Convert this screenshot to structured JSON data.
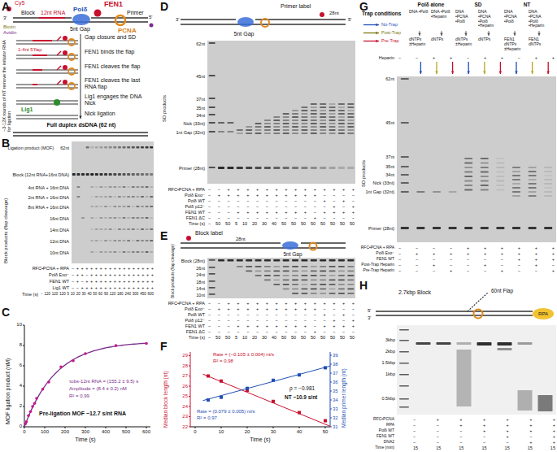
{
  "diagram": {
    "labels": [
      "A",
      "Cy5",
      "3'",
      "Block",
      "12nt RNA",
      "Polδ",
      "FEN1",
      "Primer",
      "5'",
      "Biotin",
      "Avidin",
      "PCNA",
      "5nt Gap",
      "~3-12X rounds of NT remove the initiator RNA for ligation",
      "1-4nt 5'flap",
      "Gap closure and SD",
      "FEN1 binds the flap",
      "FEN1 cleaves the flap",
      "FEN1 cleaves the last RNA flap",
      "Lig1 engages the DNA Nick",
      "Lig1",
      "Nick ligation",
      "Full duplex dsDNA (62 nt)",
      "B",
      "Ligation product (MOF)",
      "62nt",
      "Block (12nt RNA+16nt DNA)",
      "Block products (flap cleavage)",
      "4nt RNA + 16nt DNA",
      "2nt RNA + 16nt DNA",
      "8nt RNA + 16nt DNA",
      "16nt DNA",
      "14nt DNA",
      "12nt DNA",
      "10nt DNA",
      "RFC•PCNA + RPA",
      "− + + + + + + + + + + + + + + + + +",
      "Polδ Exo⁻",
      "− + + − + + + + + + + + + + + + + +",
      "FEN1 WT",
      "− + − + + + + + + + + + + + + + + +",
      "Lig1 WT",
      "− − + + + + + + + + + + + + + + + +",
      "Time (s)",
      "− 120 120 120 5 10 20 30 40 50 60 90 120 180 240 300 450 600",
      "C",
      "MOF ligation product (nM)",
      "0",
      "2",
      "4",
      "6",
      "8",
      "10",
      "0",
      "100",
      "200",
      "300",
      "400",
      "500",
      "600",
      "Time (s)",
      "τobs-12nt RNA = (155.2 ± 9.5) s",
      "Amplitude = (8.4 ± 0.2) nM",
      "R² = 0.99",
      "Pre-ligation MOF ~12.7 s/nt RNA",
      "D",
      "3'",
      "5'",
      "Primer label",
      "28nt",
      "5nt Gap",
      "62nt",
      "45nt",
      "37nt",
      "35nt",
      "34nt",
      "Nick (33nt)",
      "1nt Gap (32nt)",
      "Primer (28nt)",
      "SD products",
      "RFC•PCNA + RPA",
      "− − + + + + + + + + + + + + + +",
      "Polδ Exo⁻",
      "− + + + + + + + + + + + − − − −",
      "Polδ WT",
      "− − − − − − − − − − − − + − + −",
      "Polδ p12⁻",
      "− − − − − − − − − − − − − + − +",
      "FEN1 WT",
      "− − − + + + + + + + + − + + + +",
      "FEN1 ΔC",
      "− − − − − − − − − − − + − − − −",
      "Time (s)",
      "− 50 50 5 10 20 30 40 50 50 50 50 50 50 50 50",
      "E",
      "Block label",
      "28nt",
      "5nt Gap",
      "Block (28nt)",
      "26nt",
      "24nt",
      "18nt",
      "14nt",
      "10nt",
      "Block products (flap cleavage)",
      "RFC•PCNA + RPA",
      "− − + + + + + + + + + + + + + +",
      "Polδ Exo⁻",
      "− + + + + + + + + + + + − − − −",
      "Polδ WT",
      "− − − − − − − − − − − − + − + −",
      "Polδ p12⁻",
      "− − − − − − − − − − − − − + − +",
      "FEN1 WT",
      "− − − + + + + + + + + − + + + +",
      "FEN1 ΔC",
      "− − − − − − − − − − − + − − − −",
      "Time (s)",
      "− 50 50 5 10 20 30 40 50 50 50 50 50 50 50 50",
      "F",
      "Median block length (nt)",
      "22",
      "23",
      "24",
      "25",
      "26",
      "27",
      "28",
      "29",
      "31",
      "32",
      "33",
      "34",
      "35",
      "36",
      "37",
      "38",
      "39",
      "Median primer length (nt)",
      "0",
      "10",
      "20",
      "30",
      "40",
      "50",
      "Time (s)",
      "Rate = (−0.105 ± 0.004) nt/s",
      "R² = 0.98",
      "ρ = −0.981",
      "NT ~10.9 s/nt",
      "Rate = (0.079 ± 0.005) nt/s",
      "R² = 0.97",
      "G",
      "Trap conditions",
      "Polδ alone",
      "SD",
      "NT",
      "DNA •Polδ",
      "dNTPs ±Heparin",
      "DNA •Polδ •Heparin",
      "dNTPs",
      "DNA •PCNA •Polδ",
      "dNTPs ±Heparin",
      "DNA •PCNA •Polδ •Heparin",
      "dNTPs",
      "DNA •PCNA •Polδ",
      "FEN1 dNTPs ±Heparin",
      "DNA •PCNA •Polδ •Heparin",
      "FEN1 dNTPs",
      "Heparin",
      "− − + + − + + − + +",
      "62nt",
      "45nt",
      "37nt",
      "35nt",
      "34nt",
      "Nick (33nt)",
      "1nt Gap (32nt)",
      "Primer (28nt)",
      "SD products",
      "RFC•PCNA + RPA",
      "− − − − + + + + + +",
      "Polδ Exo⁻",
      "− + + + + + + + + +",
      "FEN1 WT",
      "− − − − − − − + + +",
      "Post-Trap Heparin",
      "− − + − − + − − + −",
      "Pre-Trap Heparin",
      "− − − + − − + − − +",
      "H",
      "2.7kbp Block",
      "60nt Flap",
      "RPA",
      "5'",
      "3'",
      "3kbp",
      "2kbp",
      "1.5kbp",
      "1kbp",
      "0.5kbp",
      "RFC•PCNA",
      "− + + + + + +",
      "RPA",
      "− − + + + + +",
      "Polδ WT",
      "− − − + + + +",
      "FEN1 WT",
      "− − − − + − +",
      "DNA2",
      "− − − − − + +",
      "Time (min)",
      "15 15 15 15 15 15 15"
    ],
    "legend": [
      {
        "text": "No-Trap"
      },
      {
        "text": "Post-Trap"
      },
      {
        "text": "Pre-Trap"
      }
    ]
  }
}
